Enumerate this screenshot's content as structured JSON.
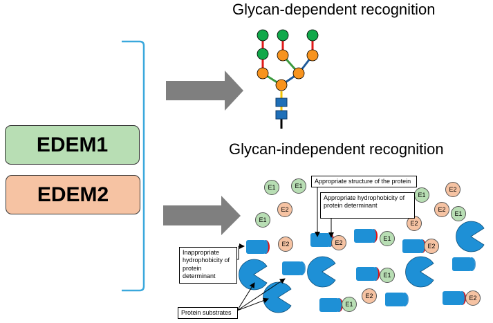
{
  "titles": {
    "glycan_dependent": "Glycan-dependent recognition",
    "glycan_independent": "Glycan-independent recognition"
  },
  "enzymes": {
    "edem1": {
      "label": "EDEM1",
      "color": "#b8deb4"
    },
    "edem2": {
      "label": "EDEM2",
      "color": "#f6c3a3"
    }
  },
  "markers": {
    "e1": "E1",
    "e2": "E2"
  },
  "callouts": {
    "appropriate_structure": "Appropriate structure of the protein",
    "appropriate_hydrophobicity": "Appropriate hydrophobicity of protein determinant",
    "inappropriate_hydrophobicity": "Inappropriate hydrophobicity of protein determinant",
    "protein_substrates": "Protein substrates"
  },
  "colors": {
    "bracket": "#3aa8dc",
    "arrow": "#7f7f7f",
    "mannose": "#f7931e",
    "glucose": "#11a84a",
    "glcnac": "#1e6fb8",
    "substrate": "#1e90d6",
    "red_determinant": "#e8100f",
    "pink_determinant": "#f2b6b6"
  }
}
